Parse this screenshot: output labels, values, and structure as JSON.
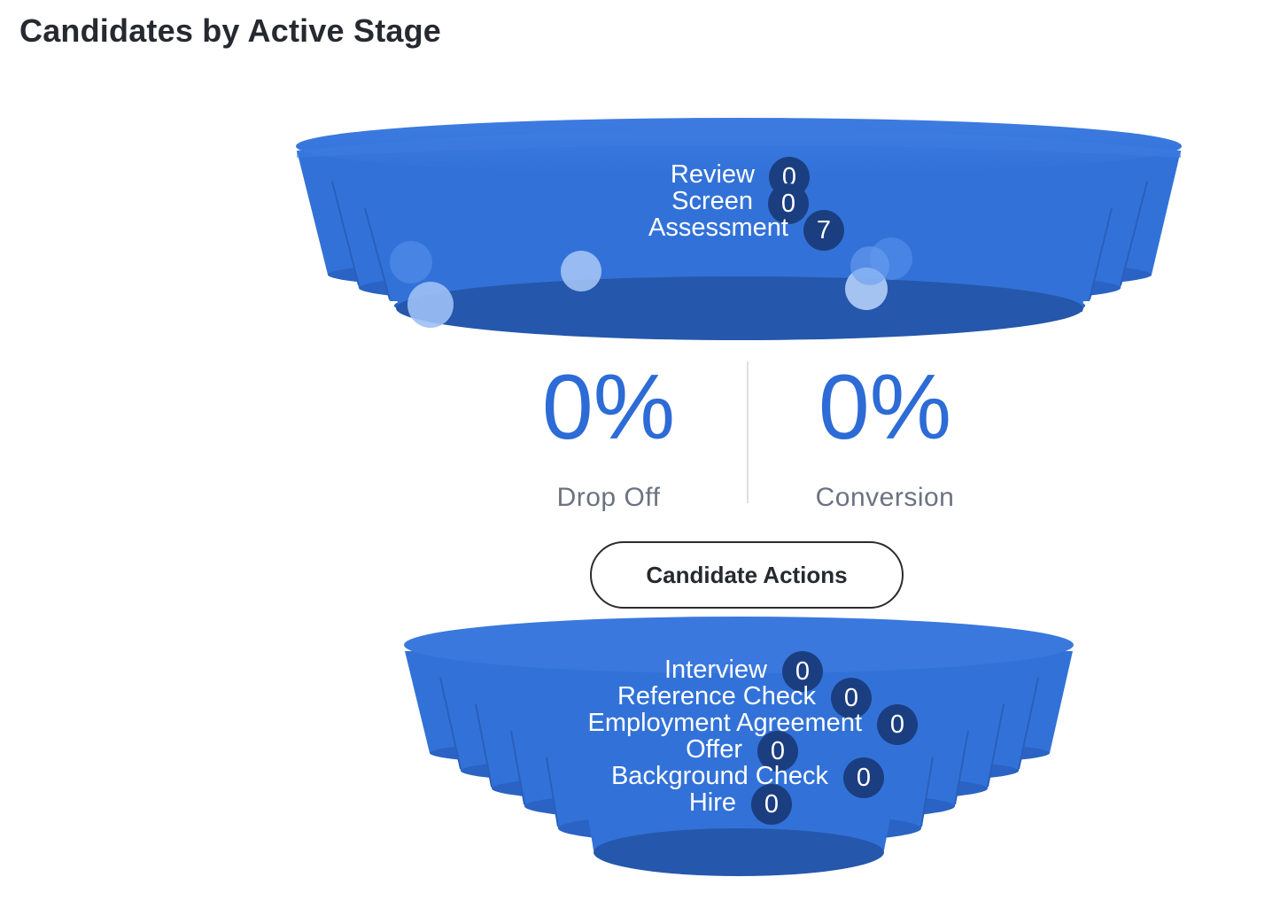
{
  "title": "Candidates by Active Stage",
  "colors": {
    "funnel_blue": "#3272d8",
    "funnel_dark": "#2557ac",
    "badge": "#1b3e80",
    "metric": "#2d6bd6"
  },
  "top_funnel": {
    "stages": [
      {
        "label": "Review",
        "count": "0"
      },
      {
        "label": "Screen",
        "count": "0"
      },
      {
        "label": "Assessment",
        "count": "7"
      }
    ]
  },
  "metrics": {
    "drop_off": {
      "value": "0%",
      "label": "Drop Off"
    },
    "conversion": {
      "value": "0%",
      "label": "Conversion"
    }
  },
  "action_button": {
    "label": "Candidate Actions"
  },
  "bottom_funnel": {
    "stages": [
      {
        "label": "Interview",
        "count": "0"
      },
      {
        "label": "Reference Check",
        "count": "0"
      },
      {
        "label": "Employment Agreement",
        "count": "0"
      },
      {
        "label": "Offer",
        "count": "0"
      },
      {
        "label": "Background Check",
        "count": "0"
      },
      {
        "label": "Hire",
        "count": "0"
      }
    ]
  }
}
